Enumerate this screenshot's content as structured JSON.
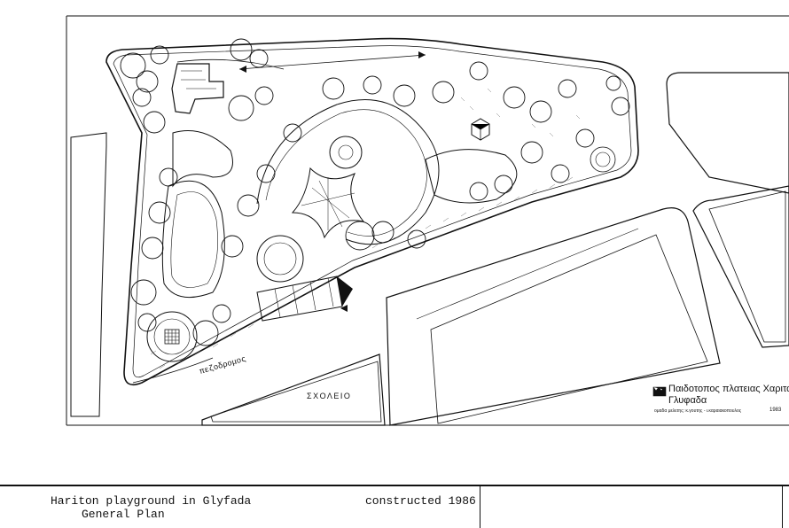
{
  "plan": {
    "street_label": "πεζοδρομος",
    "school_label": "ΣΧΟΛΕΙΟ",
    "legend": {
      "title_line1": "Παιδοτοπος πλατειας Χαριτων",
      "title_line2": "Γλυφαδα",
      "credits": "ομαδα μελετης: κ.γουτης - ι.καραιακοπουλος",
      "year": "1983"
    }
  },
  "title_block": {
    "title_line1": "Hariton playground in Glyfada",
    "title_line2": "General Plan",
    "constructed": "constructed 1986"
  },
  "colors": {
    "ink": "#111111",
    "paper": "#ffffff",
    "grey": "#555555"
  }
}
